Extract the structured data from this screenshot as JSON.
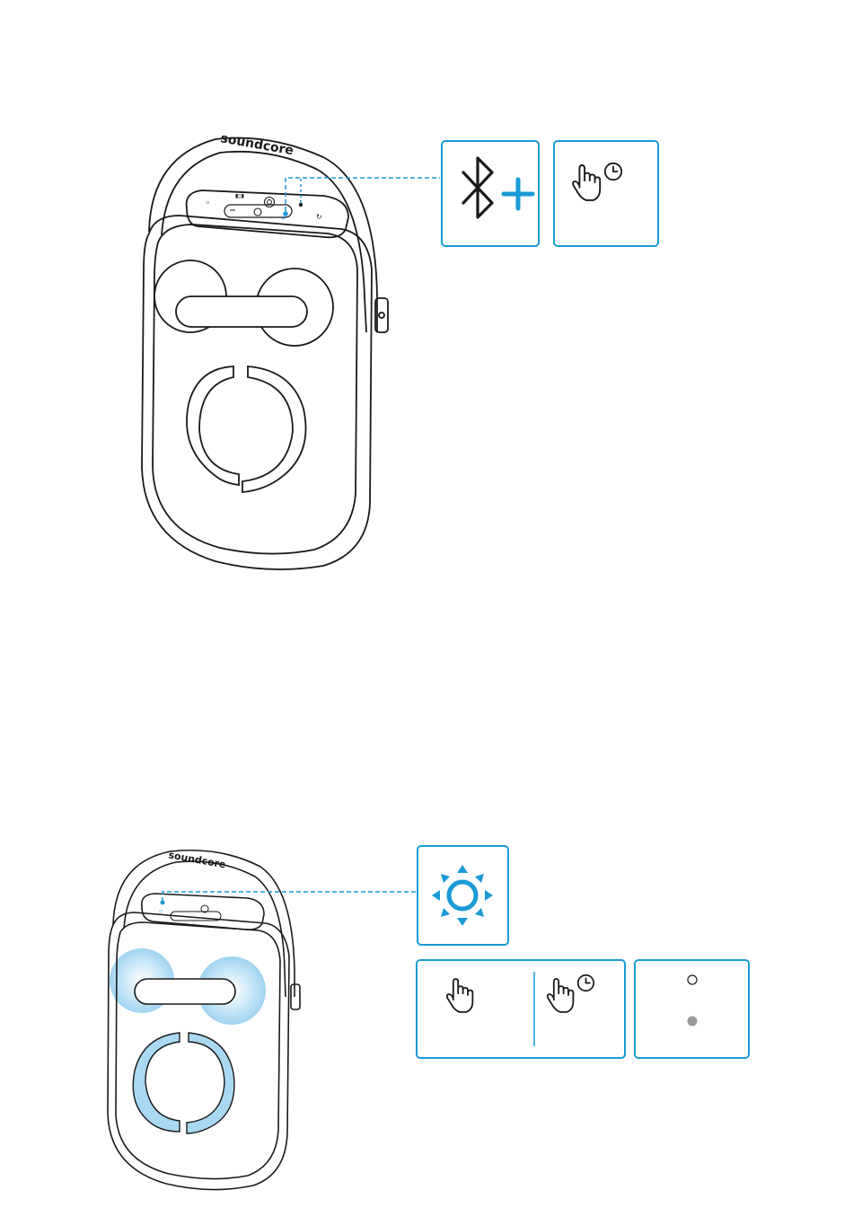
{
  "brand": "soundcore",
  "colors": {
    "accent": "#1a9ad6",
    "outline": "#1a1a1a",
    "glow": "#a9d8f2",
    "led_on": "#9a9a9a"
  },
  "figure_1": {
    "callout_icons": [
      "bluetooth-icon",
      "plus-icon"
    ],
    "action_icons": [
      "press-hold-hand-icon",
      "clock-icon"
    ]
  },
  "figure_2": {
    "callout_icons": [
      "light-brightness-icon"
    ],
    "actions": [
      {
        "icons": [
          "press-hand-icon"
        ]
      },
      {
        "icons": [
          "press-hold-hand-icon",
          "clock-icon"
        ]
      }
    ],
    "indicator_states": [
      {
        "state": "off",
        "icon": "led-off-icon"
      },
      {
        "state": "on",
        "icon": "led-on-icon"
      }
    ]
  }
}
